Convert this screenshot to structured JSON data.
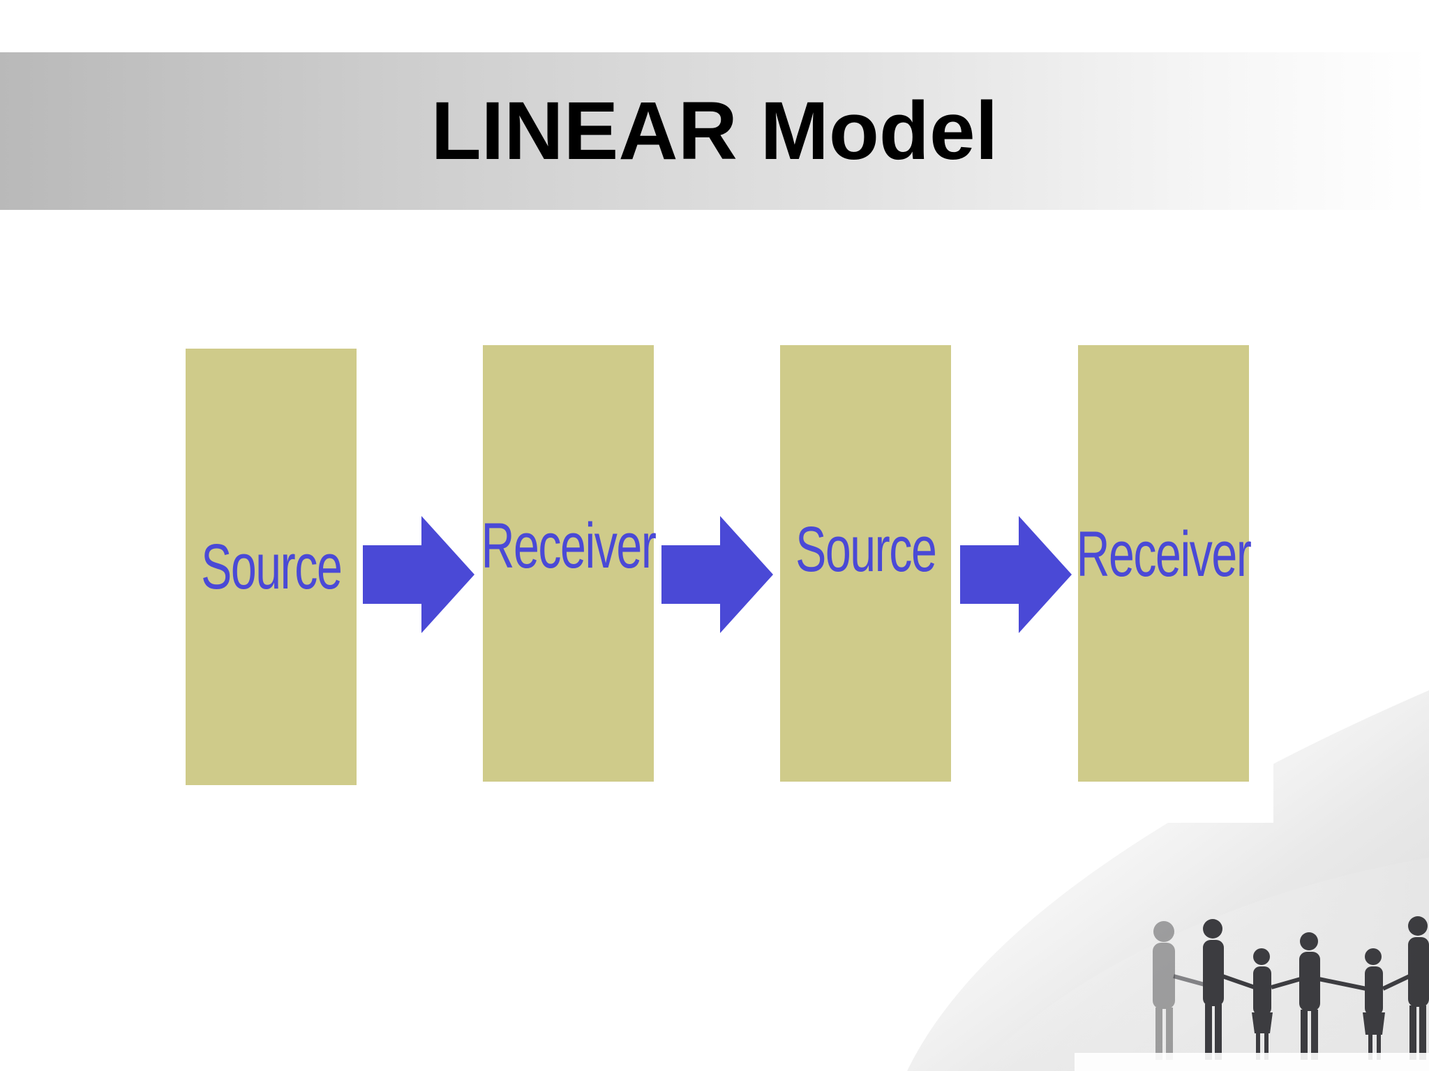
{
  "slide": {
    "title": "LINEAR Model"
  },
  "diagram": {
    "boxes": [
      {
        "label": "Source"
      },
      {
        "label": "Receiver"
      },
      {
        "label": "Source"
      },
      {
        "label": "Receiver"
      }
    ],
    "box_color": "#cfcb8a",
    "label_color": "#4a49d6",
    "arrow_color": "#4a49d6",
    "arrow_count": 3
  },
  "background": {
    "title_band_colors": [
      "#b9b9b9",
      "#ffffff"
    ],
    "decoration": "people-holding-hands-silhouette"
  }
}
